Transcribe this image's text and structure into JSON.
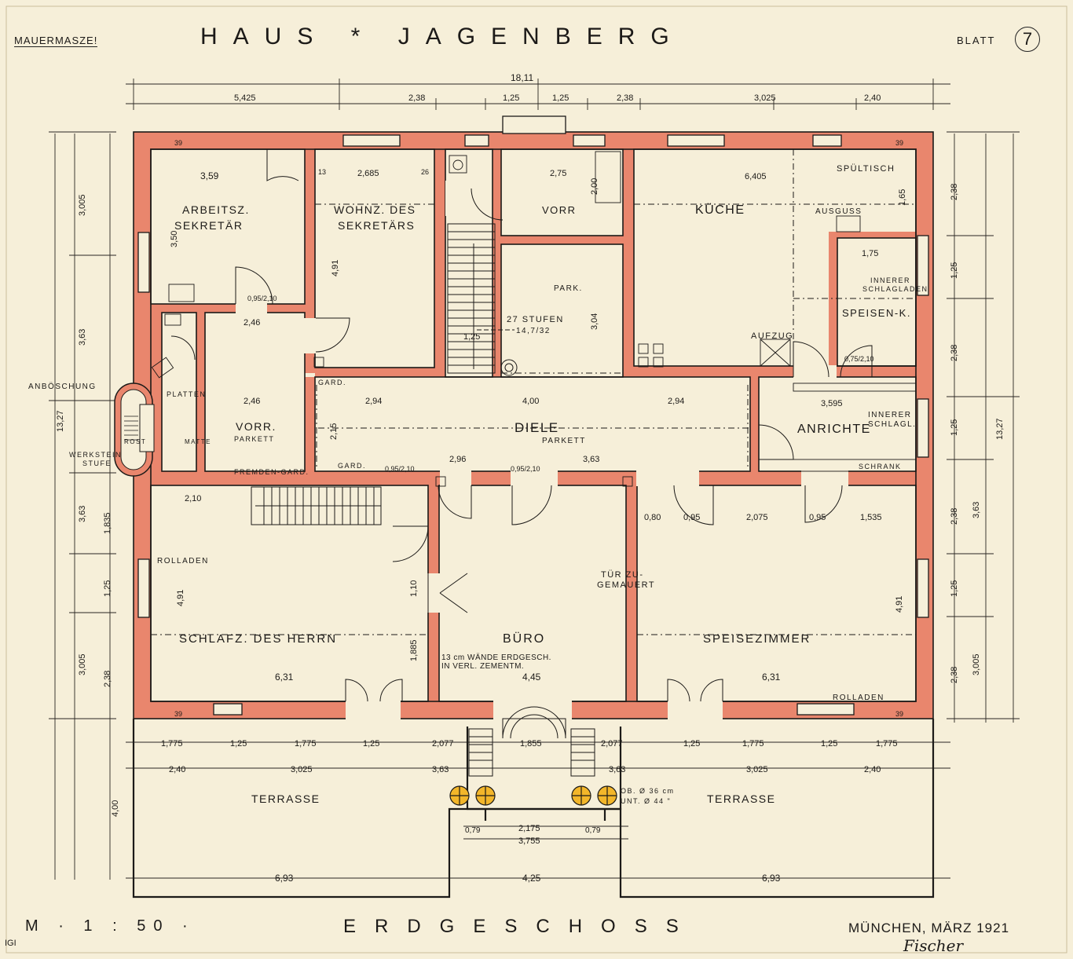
{
  "header": {
    "note": "MAUERMASZE!",
    "title": "HAUS * JAGENBERG",
    "sheet_label": "BLATT",
    "sheet_number": "7"
  },
  "footer": {
    "scale": "M · 1 : 50 ·",
    "floor": "ERDGESCHOSS",
    "place_date": "MÜNCHEN, MÄRZ 1921",
    "signature": "Fischer",
    "mark": "IGI"
  },
  "rooms": {
    "arbeitsz_1": "ARBEITSZ.",
    "arbeitsz_2": "SEKRETÄR",
    "wohnz_1": "WOHNZ. DES",
    "wohnz_2": "SEKRETÄRS",
    "vorr_top": "VORR",
    "kueche": "KÜCHE",
    "spueltisch": "SPÜLTISCH",
    "ausguss": "AUSGUSS",
    "innerer_1": "INNERER",
    "innerer_2": "SCHLAGLADEN",
    "speisen": "SPEISEN-K.",
    "aufzug": "AUFZUG",
    "park": "PARK.",
    "stufen": "27 STUFEN",
    "stufen_dim": "14,7/32",
    "diele": "DIELE",
    "diele_floor": "PARKETT",
    "anrichte": "ANRICHTE",
    "innerer_schlagl_1": "INNERER",
    "innerer_schlagl_2": "SCHLAGL.",
    "schrank": "SCHRANK",
    "vorr_left": "VORR.",
    "vorr_left_floor": "PARKETT",
    "platten": "PLATTEN",
    "matte": "MATTE",
    "rost": "ROST",
    "anboeschung": "ANBÖSCHUNG",
    "werkstein_1": "WERKSTEIN",
    "werkstein_2": "STUFE",
    "gard_1": "GARD.",
    "gard_2": "GARD.",
    "fremden_gard": "FREMDEN-GARD.",
    "rolladen_1": "ROLLADEN",
    "rolladen_2": "ROLLADEN",
    "schlafz": "SCHLAFZ. DES HERRN",
    "buero": "BÜRO",
    "buero_note_1": "13 cm WÄNDE ERDGESCH.",
    "buero_note_2": "IN VERL. ZEMENTM.",
    "tuer_1": "TÜR ZU-",
    "tuer_2": "GEMAUERT",
    "speisez": "SPEISEZIMMER",
    "terrasse_l": "TERRASSE",
    "terrasse_r": "TERRASSE",
    "column_1": "OB. Ø 36 cm",
    "column_2": "UNT. Ø 44 \""
  },
  "dims": {
    "total_width": "18,11",
    "row2": [
      "5,425",
      "2,38",
      "1,25",
      "1,25",
      "2,38",
      "3,025",
      "2,40"
    ],
    "arbeitsz_w": "3,59",
    "arbeitsz_h": "3,50",
    "wohnz_w": "2,685",
    "wohnz_h": "4,91",
    "vorr_w": "2,75",
    "vorr_h": "2,00",
    "kueche_w": "6,405",
    "spuel_h": "1,65",
    "speisen_w": "1,75",
    "park_h": "3,04",
    "stair_w": "1,25",
    "vorr_left_w1": "2,46",
    "vorr_left_w2": "2,46",
    "vorr_left_h": "2,15",
    "diele_a": "2,94",
    "diele_b": "4,00",
    "diele_c": "2,94",
    "diele_d": "2,96",
    "diele_e": "3,63",
    "anrichte_w": "3,595",
    "schlafz_w1": "2,10",
    "schlafz_w2": "6,31",
    "schlafz_h": "4,91",
    "buero_w": "4,45",
    "buero_h1": "1,10",
    "buero_h2": "1,885",
    "speisez_row": [
      "0,80",
      "0,95",
      "2,075",
      "0,95",
      "1,535"
    ],
    "speisez_w": "6,31",
    "speisez_h": "4,91",
    "door_1": "0,95/2,10",
    "door_2": "0,95/2,10",
    "door_3": "0,75/2,10",
    "door_4": "0,95/2,10",
    "terr_row1": [
      "1,775",
      "1,25",
      "1,775",
      "1,25",
      "2,077",
      "1,855",
      "2,077",
      "1,25",
      "1,775",
      "1,25",
      "1,775"
    ],
    "terr_row2": [
      "2,40",
      "3,025",
      "3,63",
      "3,63",
      "3,025",
      "2,40"
    ],
    "terr_depth": "4,00",
    "steps_w1": "2,175",
    "steps_w2": "3,755",
    "steps_side_l": "0,79",
    "steps_side_r": "0,79",
    "terr_bottom": [
      "6,93",
      "4,25",
      "6,93"
    ],
    "left_col": [
      "3,005",
      "3,63",
      "3,63",
      "1,835",
      "1,25",
      "3,005",
      "2,38"
    ],
    "right_col": [
      "2,38",
      "1,25",
      "2,38",
      "1,25",
      "2,38",
      "1,25",
      "2,38"
    ],
    "right_outer": [
      "13,27",
      "3,63",
      "3,005"
    ],
    "left_outer": "13,27",
    "wall_39": "39",
    "wall_13": "13",
    "wall_26": "26"
  }
}
